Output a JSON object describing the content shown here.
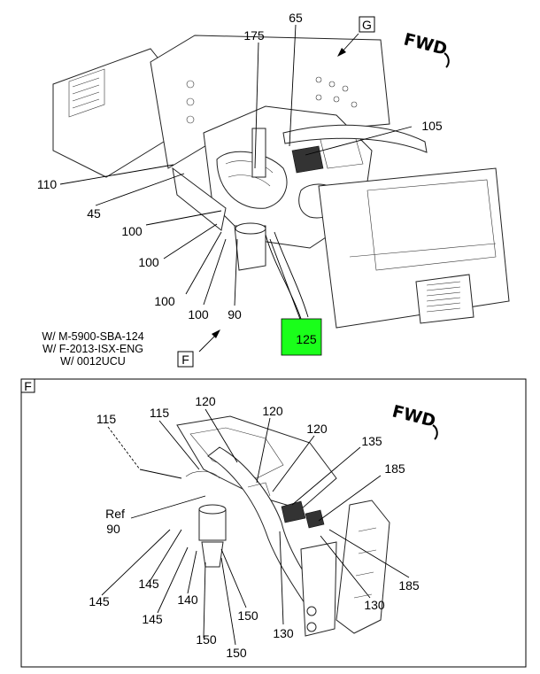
{
  "view_top": {
    "callouts": {
      "c175": "175",
      "c65": "65",
      "c105": "105",
      "c110": "110",
      "c45": "45",
      "c100a": "100",
      "c100b": "100",
      "c100c": "100",
      "c100d": "100",
      "c90": "90",
      "c125": "125"
    },
    "view_tag_g": "G",
    "view_tag_f": "F",
    "fwd": "FWD",
    "notes": [
      "W/ M-5900-SBA-124",
      "W/ F-2013-ISX-ENG",
      "W/ 0012UCU"
    ],
    "highlight_color": "#1aff1a"
  },
  "view_detail": {
    "frame_tag": "F",
    "fwd": "FWD",
    "callouts": {
      "c115a": "115",
      "c115b": "115",
      "c120a": "120",
      "c120b": "120",
      "c120c": "120",
      "c135": "135",
      "c185a": "185",
      "c185b": "185",
      "c130a": "130",
      "c130b": "130",
      "ref": "Ref",
      "c90": "90",
      "c145a": "145",
      "c145b": "145",
      "c145c": "145",
      "c140": "140",
      "c150a": "150",
      "c150b": "150",
      "c150c": "150"
    }
  }
}
